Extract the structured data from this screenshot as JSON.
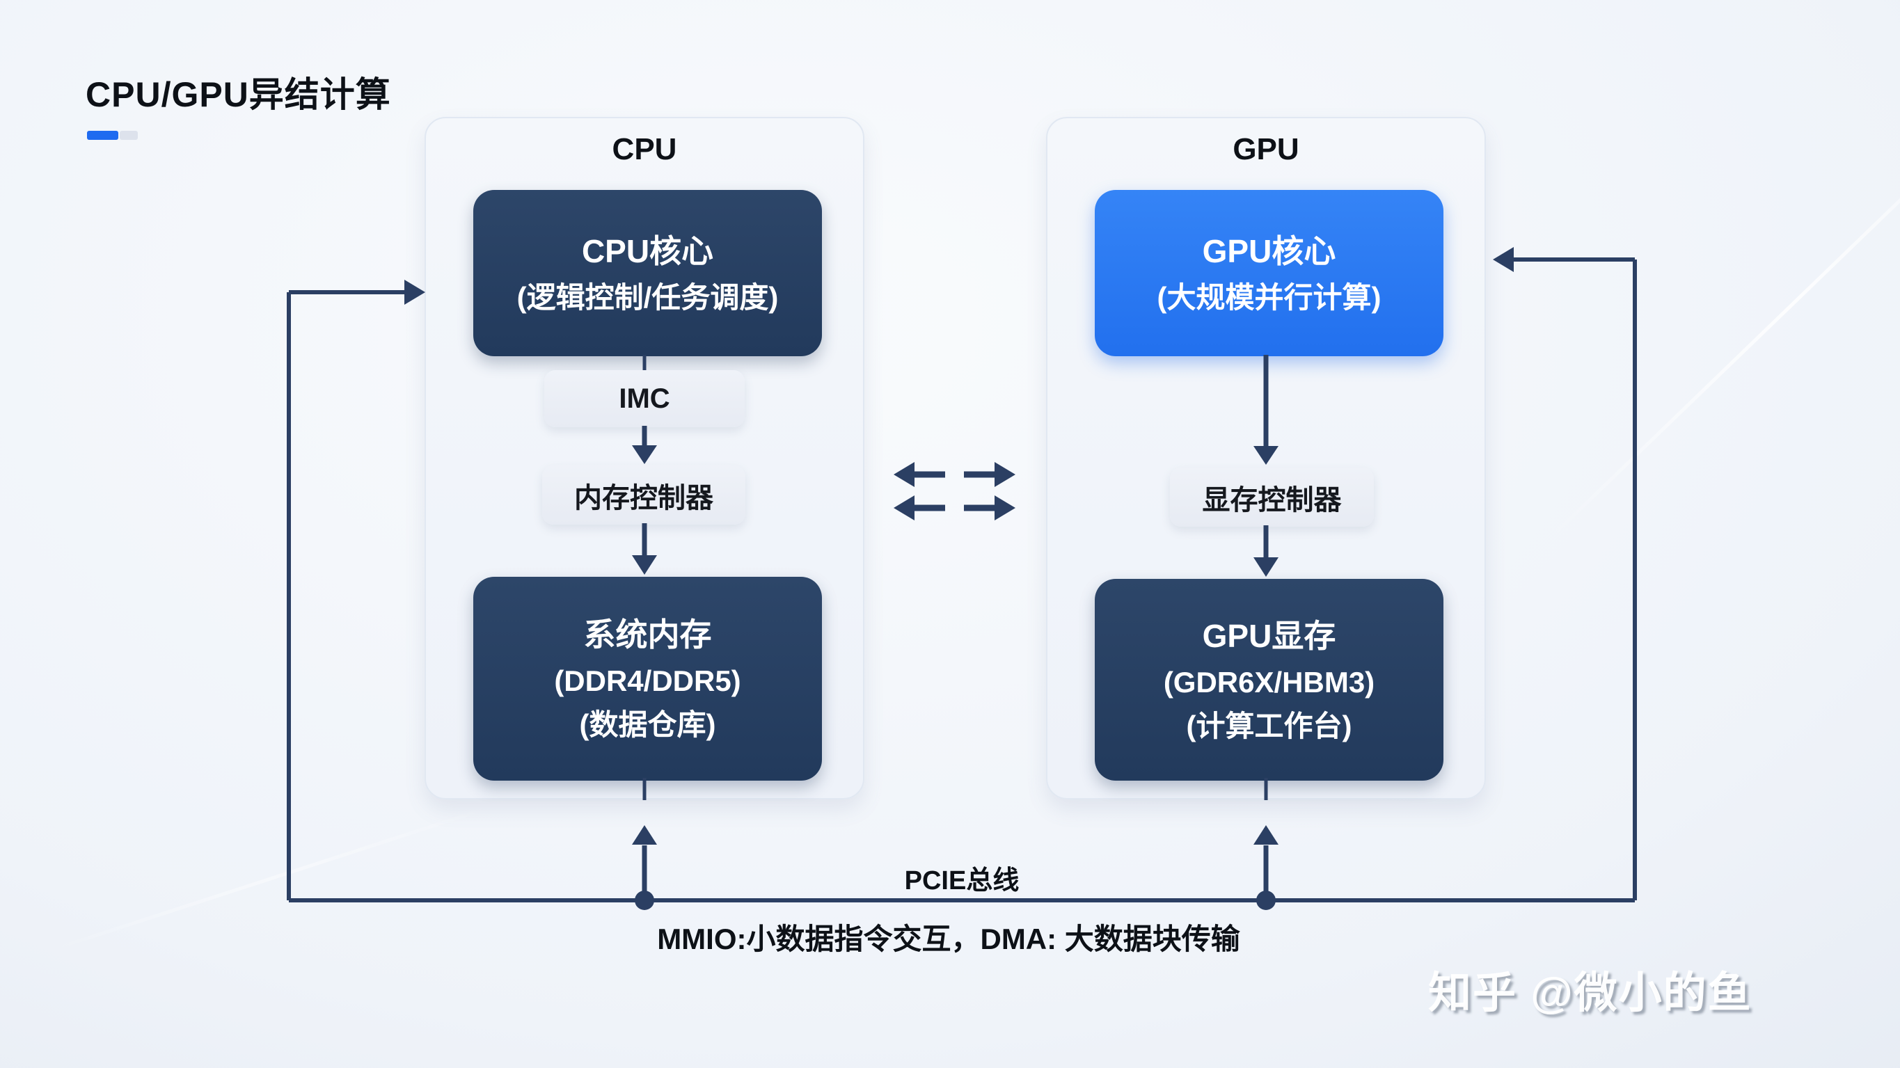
{
  "page": {
    "title": "CPU/GPU异结计算",
    "watermark": "知乎 @微小的鱼",
    "colors": {
      "accent_blue": "#1f6bf0",
      "navy_box": "#263c5f",
      "gpu_blue_box": "#2979f2",
      "light_box": "#e9edf4",
      "connector_line": "#2b3f63",
      "panel_bg": "#f2f5fb",
      "page_bg": "#e9eef6"
    }
  },
  "cpu_panel": {
    "header": "CPU",
    "core": {
      "line1": "CPU核心",
      "line2": "(逻辑控制/任务调度)"
    },
    "imc_label": "IMC",
    "controller_label": "内存控制器",
    "memory": {
      "line1": "系统内存",
      "line2": "(DDR4/DDR5)",
      "line3": "(数据仓库)"
    }
  },
  "gpu_panel": {
    "header": "GPU",
    "core": {
      "line1": "GPU核心",
      "line2": "(大规模并行计算)"
    },
    "controller_label": "显存控制器",
    "memory": {
      "line1": "GPU显存",
      "line2": "(GDR6X/HBM3)",
      "line3": "(计算工作台)"
    }
  },
  "bus": {
    "label": "PCIE总线",
    "note": "MMIO:小数据指令交互，DMA: 大数据块传输"
  }
}
